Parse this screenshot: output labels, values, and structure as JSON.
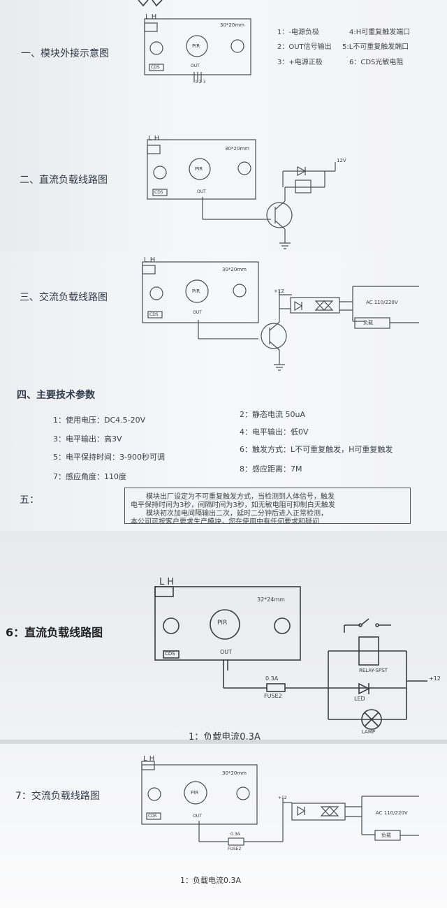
{
  "sections": {
    "s1": {
      "title": "一、模块外接示意图",
      "pins": [
        "1：-电源负极",
        "4:H可重复触发端口",
        "2：OUT信号输出",
        "5:L不可重复触发端口",
        "3：+电源正极",
        "6：CDS光敏电阻"
      ]
    },
    "s2": {
      "title": "二、直流负载线路图",
      "vcc": "12V"
    },
    "s3": {
      "title": "三、交流负载线路图",
      "vcc": "+12",
      "ac": "AC  110/220V",
      "load": "负载"
    },
    "s4": {
      "title": "四、主要技术参数",
      "params": [
        "1：使用电压：DC4.5-20V",
        "2：静态电流 50uA",
        "3：电平输出：高3V",
        "4：电平输出：低0V",
        "5：电平保持时间：3-900秒可调",
        "6：触发方式：L不可重复触发，H可重复触发",
        "7：感应角度：110度",
        "8：感应距离：7M"
      ]
    },
    "s5": {
      "title": "五：",
      "note": [
        "模块出厂设定为不可重复触发方式，当检测到人体信号，触发",
        "电平保持时间为3秒，间隔时间为3秒，如无敏电阻可抑制白天触发",
        "模块初次加电间隔输出二次，延时二分钟后进入正常检测，",
        "本公司可按客户要求生产模块，您在使用中有任何要求和疑问"
      ]
    },
    "s6": {
      "title": "6：直流负载线路图",
      "relay": "RELAY-SPST",
      "led": "LED",
      "lamp": "LAMP",
      "fuse": "FUSE2",
      "fuse_rating": "0.3A",
      "vcc": "+12",
      "load_current": "1：负载电流0.3A"
    },
    "s7": {
      "title": "7：交流负载线路图",
      "fuse": "FUSE2",
      "fuse_rating": "0.3A",
      "vcc": "+12",
      "ac": "AC  110/220V",
      "load": "负载",
      "load_current": "1：负载电流0.3A"
    }
  },
  "board": {
    "lh": "L H",
    "size_small": "30*20mm",
    "size_big": "32*24mm",
    "pir": "PIR",
    "cds": "CDS",
    "out": "OUT"
  }
}
